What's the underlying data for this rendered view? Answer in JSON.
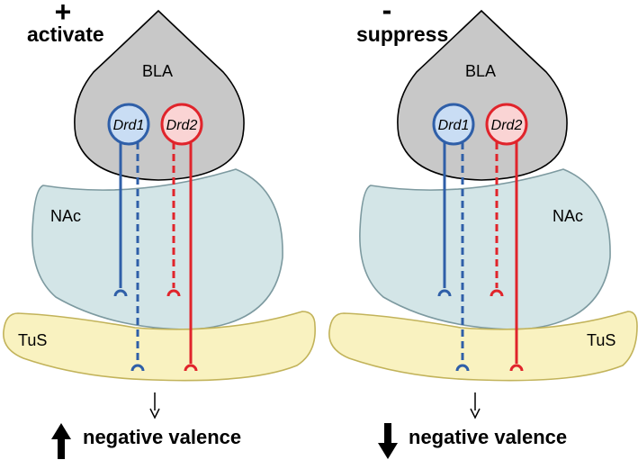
{
  "panels": [
    {
      "sign": "+",
      "mode": "activate",
      "regions": {
        "bla": "BLA",
        "nac": "NAc",
        "tus": "TuS"
      },
      "receptors": {
        "d1": "Drd1",
        "d2": "Drd2"
      },
      "outcome": "negative valence",
      "outcome_direction": "up"
    },
    {
      "sign": "-",
      "mode": "suppress",
      "regions": {
        "bla": "BLA",
        "nac": "NAc",
        "tus": "TuS"
      },
      "receptors": {
        "d1": "Drd1",
        "d2": "Drd2"
      },
      "outcome": "negative valence",
      "outcome_direction": "down"
    }
  ],
  "colors": {
    "bla_fill": "#c8c8c8",
    "nac_fill": "#d3e5e7",
    "nac_stroke": "#7d9aa0",
    "tus_fill": "#f9f2c0",
    "tus_stroke": "#c2b35a",
    "drd1": "#2f5fa8",
    "drd1_fill": "#c9ddf4",
    "drd2": "#e0242b",
    "drd2_fill": "#fad4d4"
  }
}
